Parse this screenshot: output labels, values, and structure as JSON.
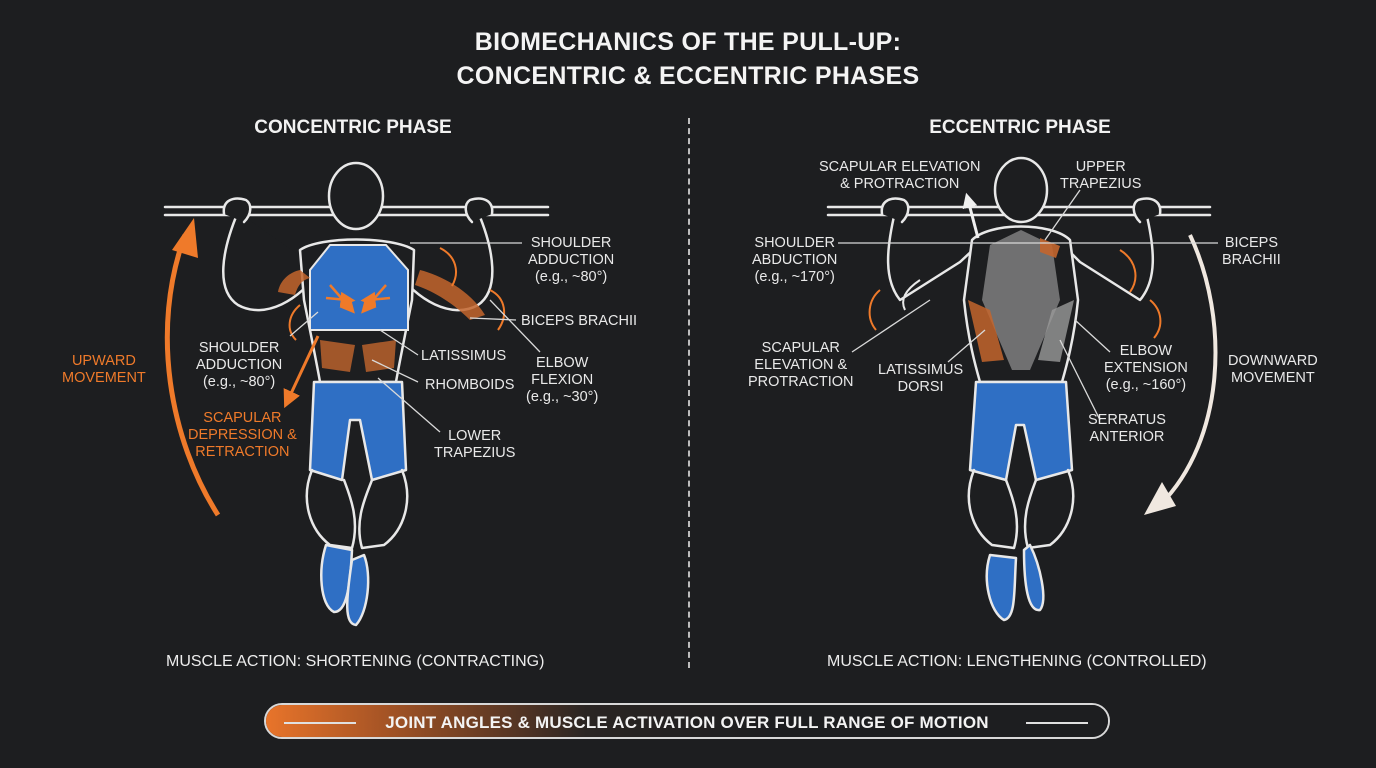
{
  "title": {
    "line1": "BIOMECHANICS OF THE PULL-UP:",
    "line2": "CONCENTRIC & ECCENTRIC PHASES"
  },
  "colors": {
    "background": "#1d1e20",
    "accent_orange": "#ef7a2a",
    "shorts_blue": "#2f6fc4",
    "outline": "#e8e8e8"
  },
  "concentric": {
    "heading": "CONCENTRIC PHASE",
    "movement": "UPWARD\nMOVEMENT",
    "labels": {
      "shoulder_adduction_right": "SHOULDER\nADDUCTION\n(e.g., ~80°)",
      "biceps": "BICEPS BRACHII",
      "shoulder_adduction_left": "SHOULDER\nADDUCTION\n(e.g., ~80°)",
      "latissimus": "LATISSIMUS",
      "elbow_flexion": "ELBOW\nFLEXION\n(e.g., ~30°)",
      "rhomboids": "RHOMBOIDS",
      "scapular": "SCAPULAR\nDEPRESSION &\nRETRACTION",
      "lower_trapezius": "LOWER\nTRAPEZIUS"
    },
    "muscle_action": "MUSCLE ACTION: SHORTENING (CONTRACTING)"
  },
  "eccentric": {
    "heading": "ECCENTRIC PHASE",
    "movement": "DOWNWARD\nMOVEMENT",
    "labels": {
      "scapular_top": "SCAPULAR ELEVATION\n& PROTRACTION",
      "upper_trapezius": "UPPER\nTRAPEZIUS",
      "shoulder_abduction": "SHOULDER\nABDUCTION\n(e.g., ~170°)",
      "biceps": "BICEPS\nBRACHII",
      "scapular_left": "SCAPULAR\nELEVATION &\nPROTRACTION",
      "latissimus_dorsi": "LATISSIMUS\nDORSI",
      "elbow_extension": "ELBOW\nEXTENSION\n(e.g., ~160°)",
      "serratus": "SERRATUS\nANTERIOR"
    },
    "muscle_action": "MUSCLE ACTION: LENGTHENING (CONTROLLED)"
  },
  "banner": {
    "text": "JOINT ANGLES & MUSCLE ACTIVATION OVER FULL RANGE OF MOTION"
  }
}
